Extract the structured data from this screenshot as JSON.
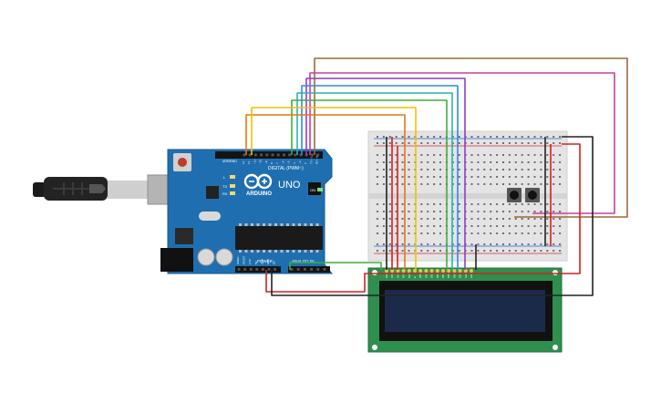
{
  "arduino": {
    "logo_text": "ARDUINO",
    "model": "UNO",
    "digital_label": "DIGITAL (PWM~)",
    "power_label": "POWER",
    "analog_label": "ANALOG IN",
    "aref": "AREF",
    "gnd": "GND",
    "tx": "TX",
    "rx": "RX",
    "l": "L",
    "on": "ON",
    "digital_pins": [
      "13",
      "12",
      "~11",
      "~10",
      "~9",
      "8",
      "7",
      "~6",
      "~5",
      "4",
      "~3",
      "2",
      "TX→1",
      "RX←0"
    ],
    "power_pins": [
      "IOREF",
      "RESET",
      "3.3V",
      "5V",
      "GND",
      "GND",
      "Vin"
    ],
    "analog_pins": [
      "A0",
      "A1",
      "A2",
      "A3",
      "A4",
      "A5"
    ]
  },
  "lcd": {
    "pin_labels": [
      "GND",
      "VCC",
      "V0",
      "RS",
      "RW",
      "E",
      "DB0",
      "DB1",
      "DB2",
      "DB3",
      "DB4",
      "DB5",
      "DB6",
      "DB7",
      "LED",
      "LED"
    ]
  },
  "colors": {
    "board_blue": "#1f6fb0",
    "breadboard": "#e4e4e4",
    "lcd_pcb": "#2f8f4e",
    "lcd_screen": "#1c2a4a",
    "wire_yellow": "#f2c200",
    "wire_orange": "#e07a10",
    "wire_green": "#3fae3f",
    "wire_teal": "#2bb0b0",
    "wire_blue": "#2f8ce0",
    "wire_purple": "#8a3fc8",
    "wire_magenta": "#c83f9e",
    "wire_brown": "#9a6a3a",
    "wire_red": "#d42020",
    "wire_black": "#222222"
  }
}
